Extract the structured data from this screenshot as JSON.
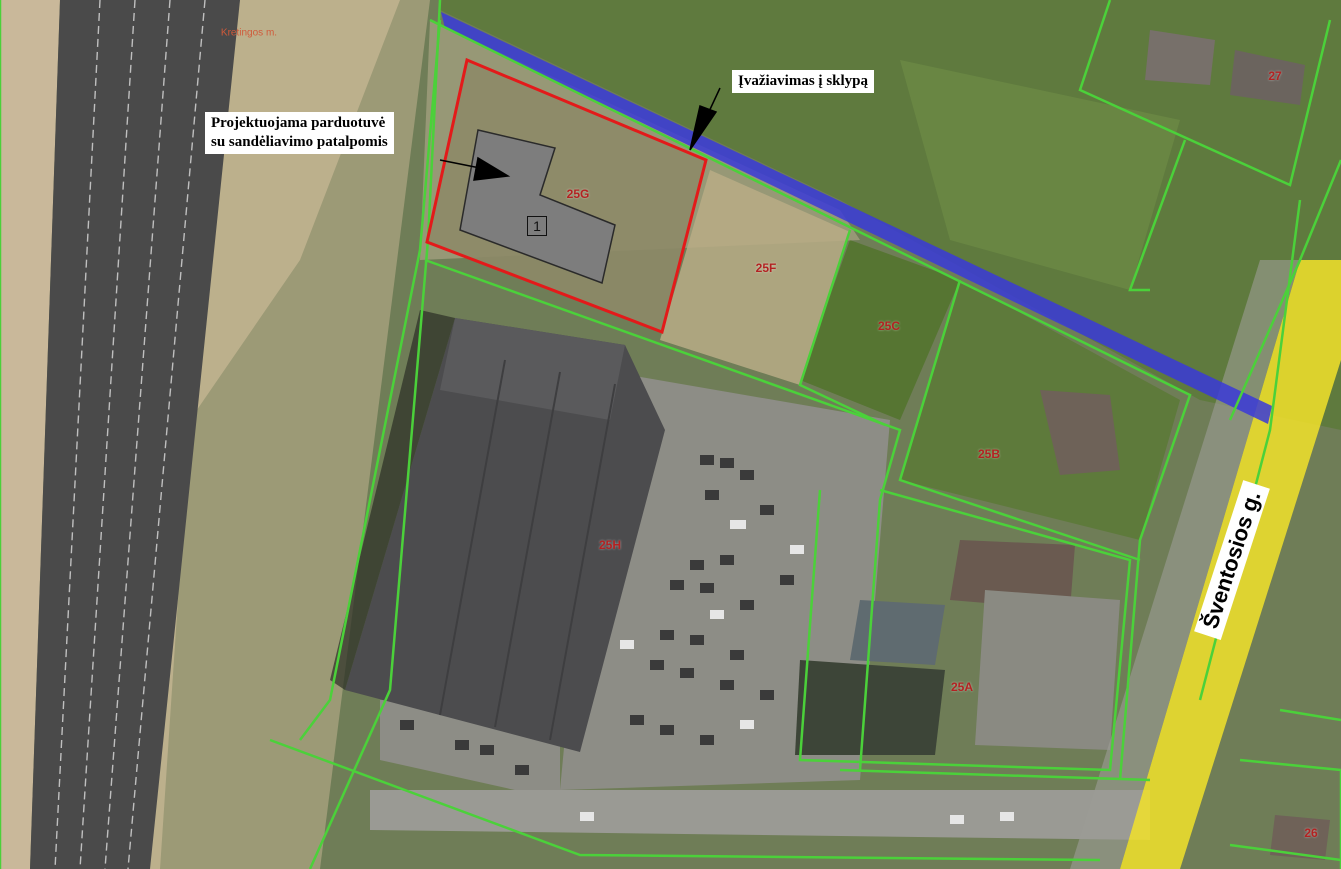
{
  "map": {
    "place_name": "Kretingos m.",
    "street_name": "Šventosios g.",
    "callouts": {
      "store": [
        "Projektuojama parduotuvė",
        "su sandėliavimo patalpomis"
      ],
      "entrance": "Įvažiavimas į sklypą"
    },
    "building_number": "1",
    "plots": {
      "p25g": "25G",
      "p25f": "25F",
      "p25c": "25C",
      "p25b": "25B",
      "p25h": "25H",
      "p25a": "25A",
      "p27": "27",
      "p26": "26"
    },
    "colors": {
      "boundary": "#4bd13a",
      "project_site": "#e31a1a",
      "access_road": "#3a3ad8",
      "main_street": "#f2e22a",
      "design_building": "#7d7d7d"
    }
  }
}
